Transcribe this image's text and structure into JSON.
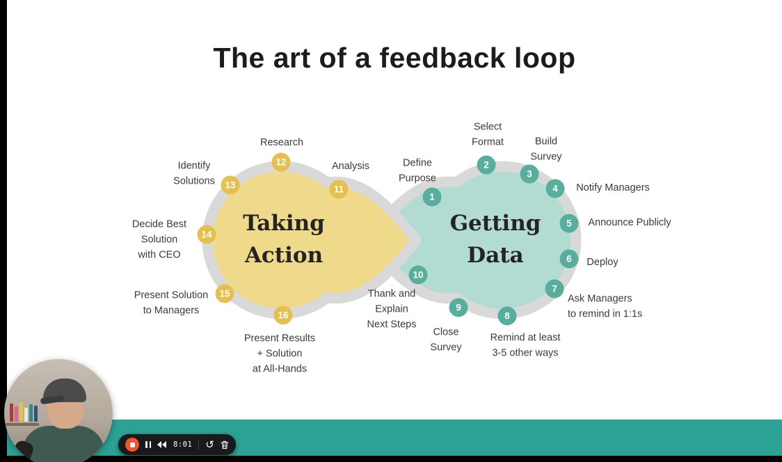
{
  "slide": {
    "title": "The art of a feedback loop"
  },
  "diagram": {
    "left_lobe": {
      "title_line1": "Taking",
      "title_line2": "Action"
    },
    "right_lobe": {
      "title_line1": "Getting",
      "title_line2": "Data"
    },
    "steps": [
      {
        "num": "1",
        "label": "Define\nPurpose"
      },
      {
        "num": "2",
        "label": "Select\nFormat"
      },
      {
        "num": "3",
        "label": "Build\nSurvey"
      },
      {
        "num": "4",
        "label": "Notify Managers"
      },
      {
        "num": "5",
        "label": "Announce Publicly"
      },
      {
        "num": "6",
        "label": "Deploy"
      },
      {
        "num": "7",
        "label": "Ask Managers\nto remind in 1:1s"
      },
      {
        "num": "8",
        "label": "Remind at least\n3-5 other ways"
      },
      {
        "num": "9",
        "label": "Close\nSurvey"
      },
      {
        "num": "10",
        "label": "Thank and\nExplain\nNext Steps"
      },
      {
        "num": "11",
        "label": "Analysis"
      },
      {
        "num": "12",
        "label": "Research"
      },
      {
        "num": "13",
        "label": "Identify\nSolutions"
      },
      {
        "num": "14",
        "label": "Decide Best\nSolution\nwith CEO"
      },
      {
        "num": "15",
        "label": "Present Solution\nto Managers"
      },
      {
        "num": "16",
        "label": "Present Results\n+ Solution\nat All-Hands"
      }
    ]
  },
  "recorder": {
    "time": "8:01",
    "icons": {
      "stop": "stop-record-circle",
      "pause": "pause-bars",
      "rewind": "double-triangle-left",
      "restart": "↺",
      "trash": "trash-can"
    }
  },
  "colors": {
    "badge_yellow": "#e6c04f",
    "badge_teal": "#57ae9c",
    "lobe_yellow": "#efd98b",
    "lobe_teal": "#b2dcd1",
    "ring_gray": "#d9d9d9",
    "bottom_bar": "#2ba294",
    "record_button": "#f4512e"
  }
}
